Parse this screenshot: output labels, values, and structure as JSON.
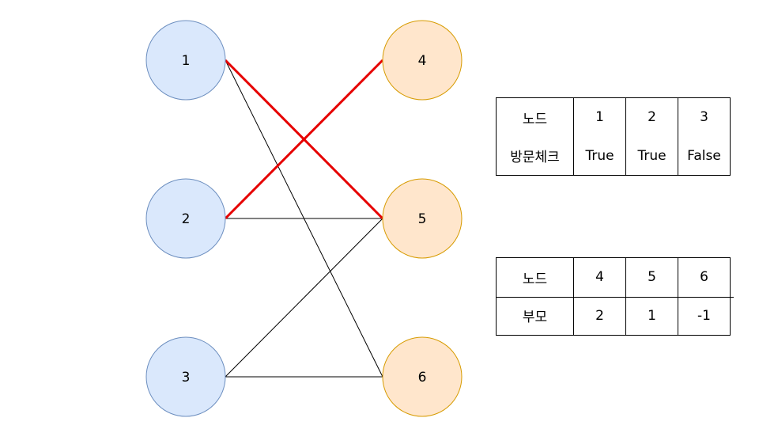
{
  "graph": {
    "left_nodes": [
      {
        "id": "node-1",
        "label": "1"
      },
      {
        "id": "node-2",
        "label": "2"
      },
      {
        "id": "node-3",
        "label": "3"
      }
    ],
    "right_nodes": [
      {
        "id": "node-4",
        "label": "4"
      },
      {
        "id": "node-5",
        "label": "5"
      },
      {
        "id": "node-6",
        "label": "6"
      }
    ],
    "edges": [
      {
        "from": "1",
        "to": "6",
        "highlight": false
      },
      {
        "from": "2",
        "to": "5",
        "highlight": false
      },
      {
        "from": "3",
        "to": "5",
        "highlight": false
      },
      {
        "from": "3",
        "to": "6",
        "highlight": false
      },
      {
        "from": "1",
        "to": "5",
        "highlight": true
      },
      {
        "from": "2",
        "to": "4",
        "highlight": true
      }
    ],
    "colors": {
      "left_fill": "#dae8fc",
      "left_stroke": "#6c8ebf",
      "right_fill": "#ffe6cc",
      "right_stroke": "#d79b00",
      "edge": "#000000",
      "highlight_edge": "#e60000"
    }
  },
  "visit_table": {
    "header": [
      "노드",
      "1",
      "2",
      "3"
    ],
    "row": [
      "방문체크",
      "True",
      "True",
      "False"
    ]
  },
  "parent_table": {
    "header": [
      "노드",
      "4",
      "5",
      "6"
    ],
    "row": [
      "부모",
      "2",
      "1",
      "-1"
    ]
  }
}
